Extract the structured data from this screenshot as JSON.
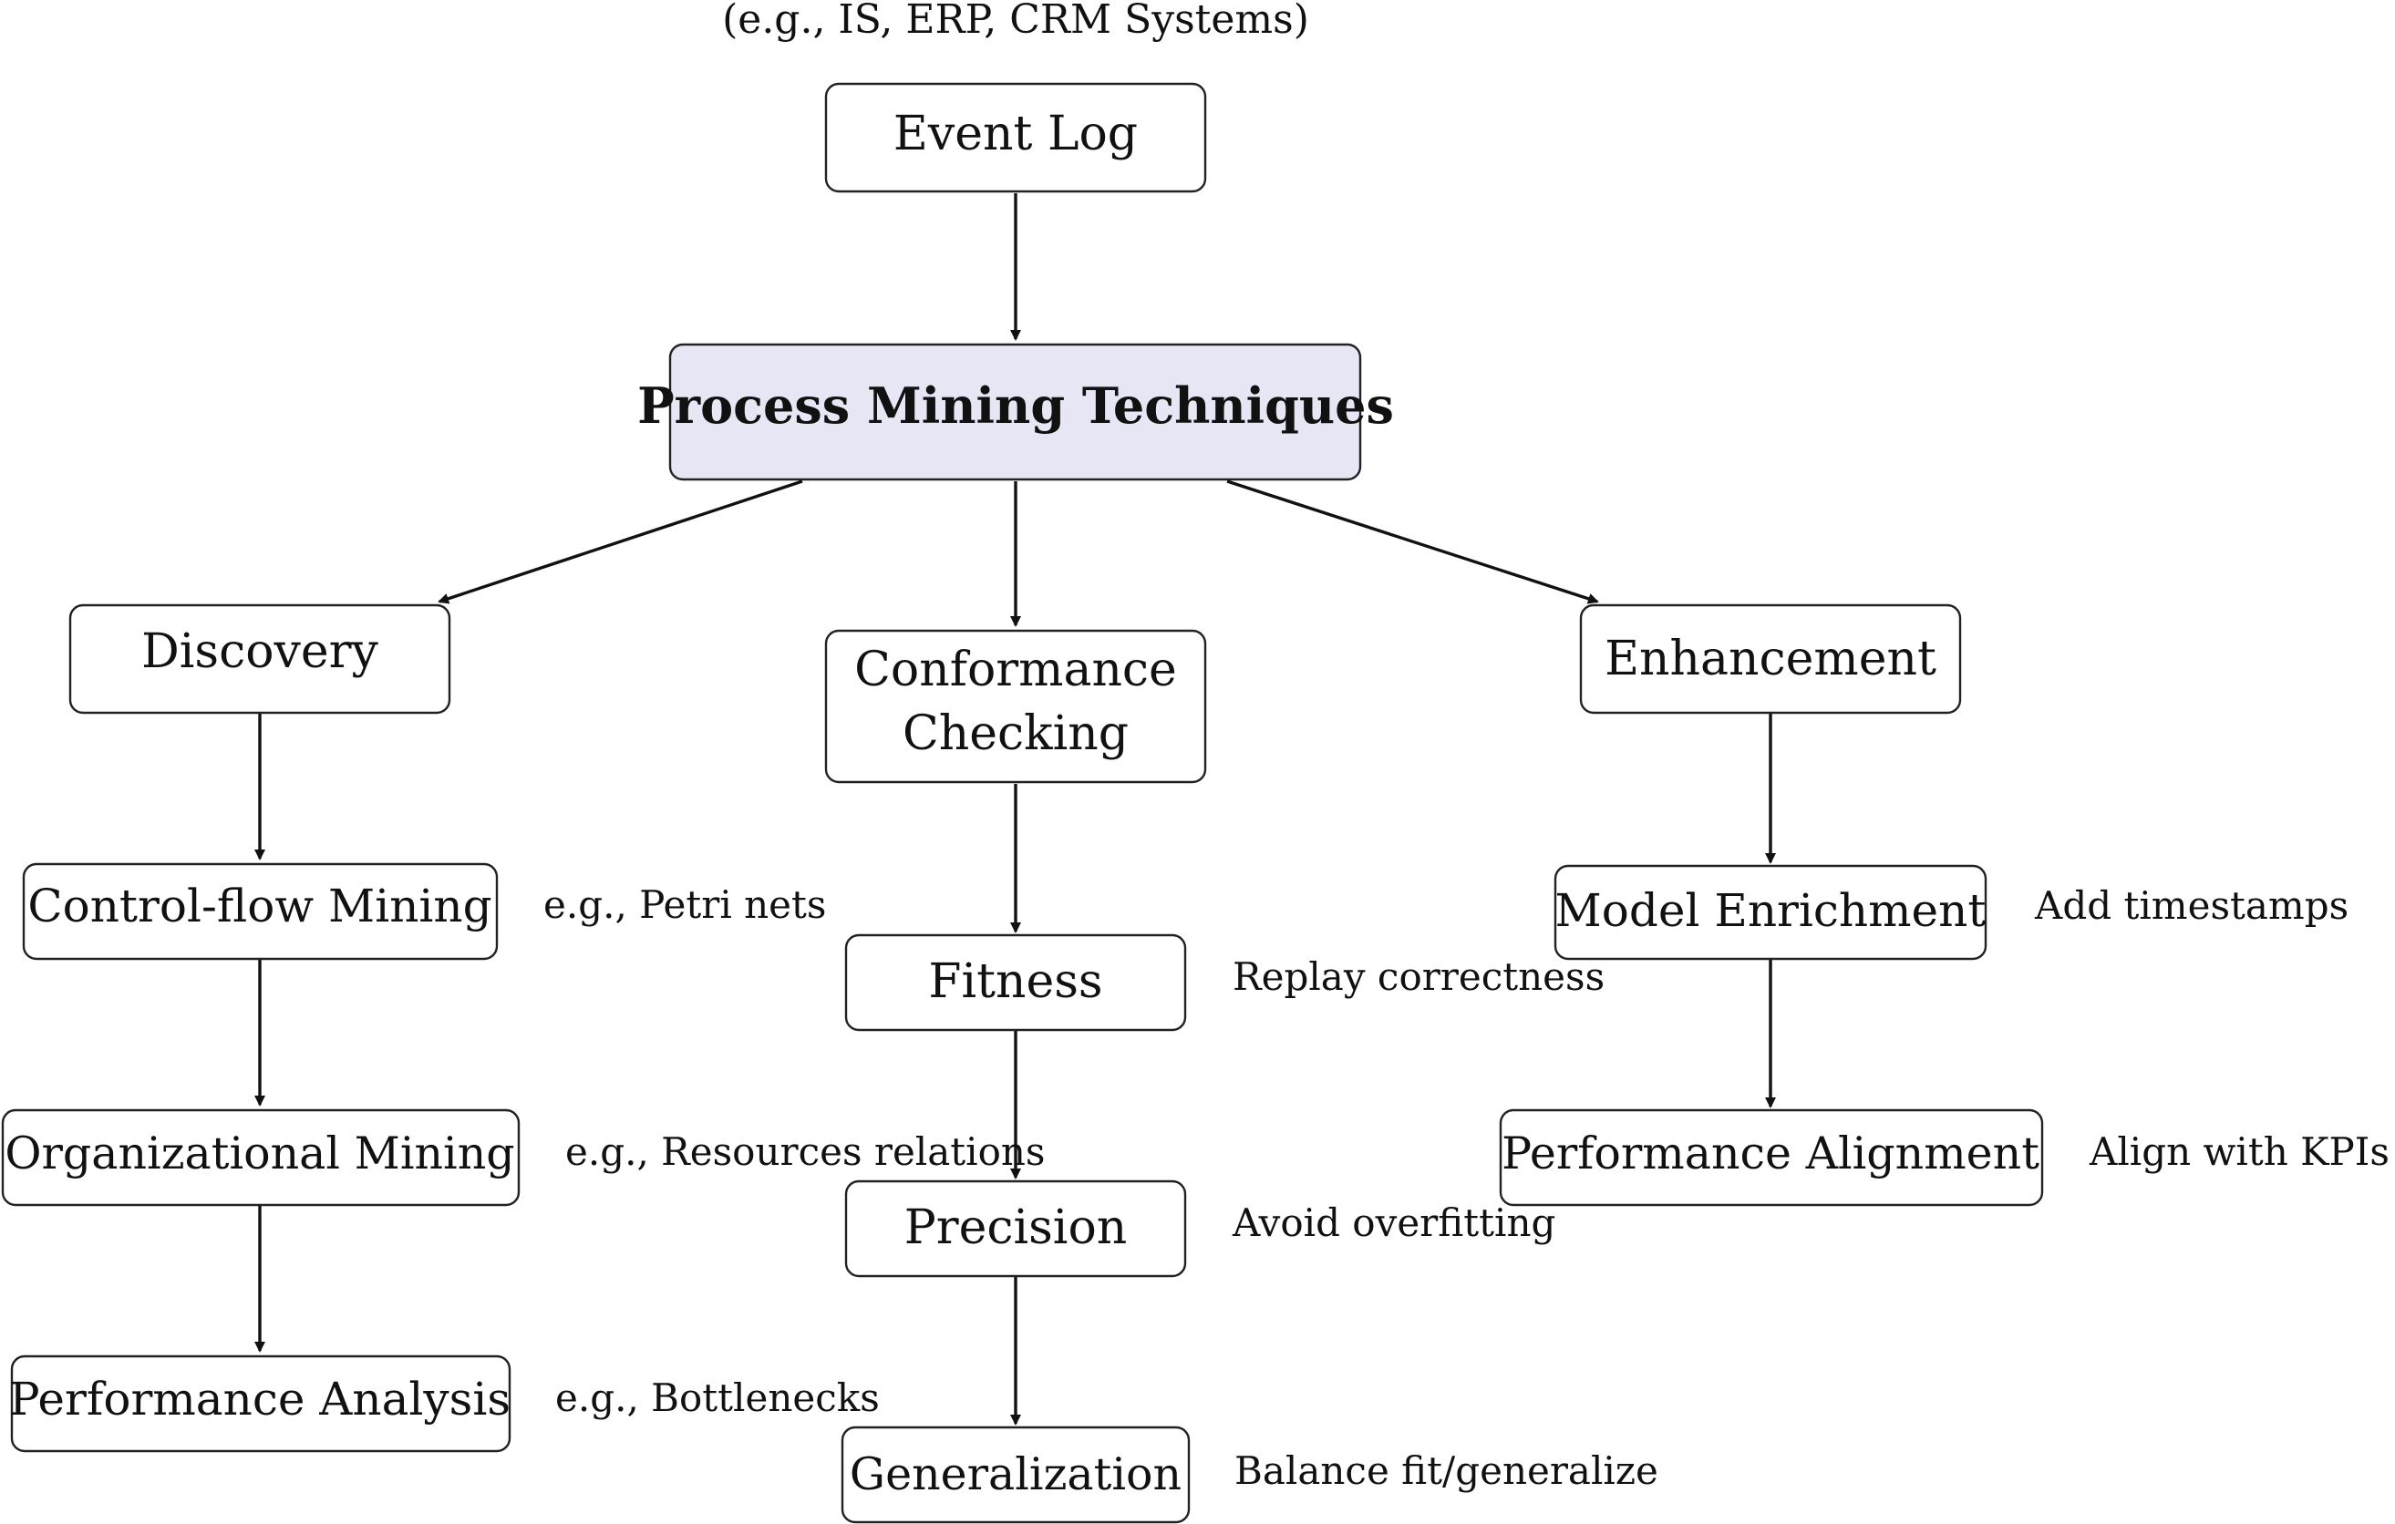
{
  "source_note": "(e.g., IS, ERP, CRM Systems)",
  "nodes": {
    "event_log": "Event Log",
    "process_mining": "Process Mining Techniques",
    "discovery": "Discovery",
    "conformance_line1": "Conformance",
    "conformance_line2": "Checking",
    "enhancement": "Enhancement",
    "control_flow": "Control-flow Mining",
    "organizational": "Organizational Mining",
    "performance_analysis": "Performance Analysis",
    "fitness": "Fitness",
    "precision": "Precision",
    "generalization": "Generalization",
    "model_enrichment": "Model Enrichment",
    "performance_alignment": "Performance Alignment"
  },
  "notes": {
    "control_flow": "e.g., Petri nets",
    "organizational": "e.g., Resources relations",
    "performance_analysis": "e.g., Bottlenecks",
    "fitness": "Replay correctness",
    "precision": "Avoid overfitting",
    "generalization": "Balance fit/generalize",
    "model_enrichment": "Add timestamps",
    "performance_alignment": "Align with KPIs"
  },
  "colors": {
    "highlight_fill": "#e6e6f5",
    "stroke": "#222222"
  }
}
